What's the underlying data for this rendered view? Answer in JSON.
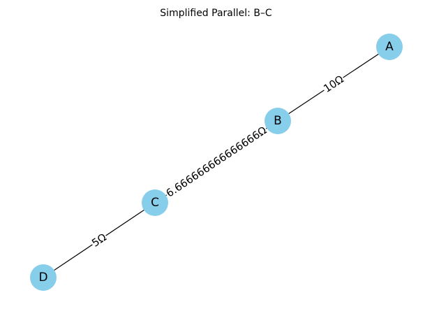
{
  "title": "Simplified Parallel: B–C",
  "colors": {
    "node_fill": "#87CEEB",
    "edge": "#000000",
    "background": "#ffffff"
  },
  "nodes": [
    {
      "id": "A",
      "label": "A"
    },
    {
      "id": "B",
      "label": "B"
    },
    {
      "id": "C",
      "label": "C"
    },
    {
      "id": "D",
      "label": "D"
    }
  ],
  "edges": [
    {
      "from": "A",
      "to": "B",
      "label": "10Ω"
    },
    {
      "from": "B",
      "to": "C",
      "label": "6.666666666666666Ω"
    },
    {
      "from": "C",
      "to": "D",
      "label": "5Ω"
    }
  ]
}
